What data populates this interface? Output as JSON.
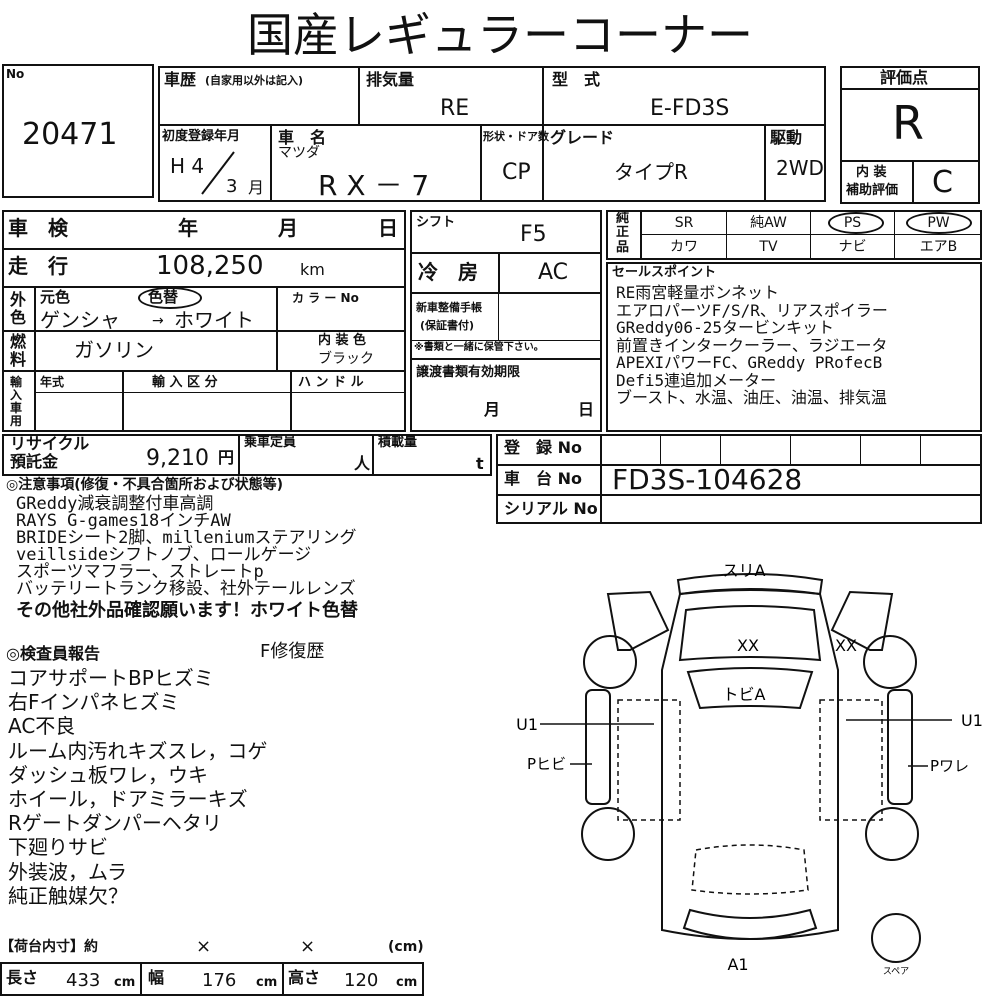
{
  "title": "国産レギュラーコーナー",
  "lot": {
    "label": "No",
    "number": "20471"
  },
  "history": {
    "label": "車歴",
    "sub": "(自家用以外は記入)"
  },
  "displacement": {
    "label": "排気量",
    "value": "RE"
  },
  "model": {
    "label": "型　式",
    "value": "E-FD3S"
  },
  "first_reg": {
    "label": "初度登録年月",
    "era": "H 4",
    "month": "3",
    "month_unit": "月"
  },
  "car_name": {
    "label": "車　名",
    "maker": "マツダ",
    "value": "R X － 7"
  },
  "body_type": {
    "label": "形状・ドア数",
    "value": "CP"
  },
  "grade": {
    "label": "グレード",
    "value": "タイプR"
  },
  "drive": {
    "label": "駆動",
    "value": "2WD"
  },
  "score": {
    "label": "評価点",
    "value": "R",
    "interior_label_1": "内 装",
    "interior_label_2": "補助評価",
    "interior_value": "C"
  },
  "inspection": {
    "label": "車　検",
    "year": "年",
    "month": "月",
    "day": "日"
  },
  "mileage": {
    "label": "走　行",
    "value": "108,250",
    "unit": "km"
  },
  "color": {
    "side_1": "外",
    "side_2": "色",
    "label": "元色",
    "repaint": "色替",
    "orig": "ゲンシャ",
    "arrow": "→",
    "new": "ホワイト",
    "code_label": "カ ラ ー No"
  },
  "fuel": {
    "side_1": "燃",
    "side_2": "料",
    "value": "ガソリン",
    "interior_color_label": "内 装 色",
    "interior_color": "ブラック"
  },
  "import": {
    "side": "輸入車用",
    "year": "年式",
    "category": "輸 入 区 分",
    "handle": "ハ ン ド ル"
  },
  "shift": {
    "label": "シフト",
    "value": "F5"
  },
  "ac": {
    "label": "冷　房",
    "value": "AC"
  },
  "maint": {
    "label_1": "新車整備手帳",
    "label_2": "(保証書付)",
    "note": "※書類と一緒に保管下さい。"
  },
  "transfer": {
    "label": "譲渡書類有効期限",
    "month": "月",
    "day": "日"
  },
  "options": {
    "side_1": "純",
    "side_2": "正",
    "side_3": "品",
    "row1": [
      "SR",
      "純AW",
      "PS",
      "PW"
    ],
    "row2": [
      "カワ",
      "TV",
      "ナビ",
      "エアB"
    ]
  },
  "sales_points": {
    "label": "セールスポイント",
    "lines": [
      "RE雨宮軽量ボンネット",
      "エアロパーツF/S/R、リアスポイラー",
      "GReddy06-25タービンキット",
      "前置きインタークーラー、ラジエータ",
      "APEXIパワーFC、GReddy PRofecB",
      "Defi5連追加メーター",
      "ブースト、水温、油圧、油温、排気温"
    ]
  },
  "recycle": {
    "label_1": "リサイクル",
    "label_2": "預託金",
    "value": "9,210",
    "unit": "円"
  },
  "capacity": {
    "label": "乗車定員",
    "unit": "人"
  },
  "load": {
    "label": "積載量",
    "unit": "t"
  },
  "registration": {
    "reg_label": "登　録 No",
    "chassis_label": "車　台 No",
    "chassis_value": "FD3S-104628",
    "serial_label": "シリアル No"
  },
  "notes": {
    "label": "◎注意事項(修復・不具合箇所および状態等)",
    "lines": [
      "GReddy減衰調整付車高調",
      "RAYS G-games18インチAW",
      "BRIDEシート2脚、milleniumステアリング",
      "veillsideシフトノブ、ロールゲージ",
      "スポーツマフラー、ストレートp",
      "バッテリートランク移設、社外テールレンズ"
    ],
    "bold_line": "その他社外品確認願います！ホワイト色替"
  },
  "inspector": {
    "label": "◎検査員報告",
    "repair": "F修復歴",
    "lines": [
      "コアサポートBPヒズミ",
      "右Fインパネヒズミ",
      "AC不良",
      "ルーム内汚れキズスレ，コゲ",
      "ダッシュ板ワレ，ウキ",
      "ホイール，ドアミラーキズ",
      "Rゲートダンパーヘタリ",
      "下廻りサビ",
      "外装波，ムラ",
      "純正触媒欠？"
    ]
  },
  "cargo": {
    "label": "【荷台内寸】約",
    "x1": "×",
    "x2": "×",
    "unit": "(cm)"
  },
  "dims": {
    "length_label": "長さ",
    "length": "433",
    "width_label": "幅",
    "width": "176",
    "height_label": "高さ",
    "height": "120",
    "unit": "cm"
  },
  "diagram": {
    "front": "スリA",
    "roof": "XX",
    "right_mirror": "XX",
    "windshield": "トビA",
    "left_door": "U1",
    "right_door": "U1",
    "left_rocker": "Pヒビ",
    "right_rocker": "Pワレ",
    "rear": "A1",
    "spare": "スペア"
  }
}
